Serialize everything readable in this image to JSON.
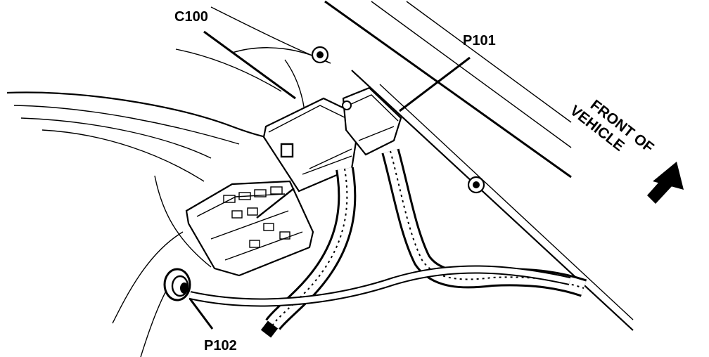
{
  "labels": {
    "c100": "C100",
    "p101": "P101",
    "p102": "P102",
    "front_line1": "FRONT OF",
    "front_line2": "VEHICLE"
  },
  "colors": {
    "ink": "#000000",
    "paper": "#ffffff"
  },
  "icons": {
    "direction": "arrow-down-right-icon"
  }
}
